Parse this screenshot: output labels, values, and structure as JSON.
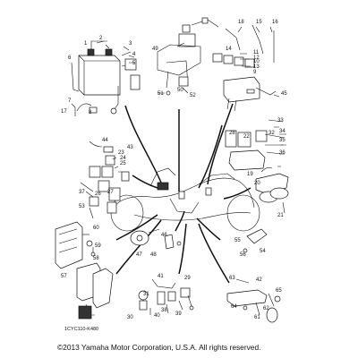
{
  "diagram": {
    "part_numbers": [
      "1",
      "2",
      "3",
      "4",
      "5",
      "6",
      "7",
      "8",
      "9",
      "10",
      "11",
      "12",
      "13",
      "14",
      "15",
      "16",
      "17",
      "18",
      "19",
      "20",
      "21",
      "22",
      "23",
      "24",
      "25",
      "26",
      "27",
      "28",
      "29",
      "30",
      "31",
      "32",
      "33",
      "34",
      "35",
      "36",
      "37",
      "38",
      "39",
      "40",
      "41",
      "42",
      "43",
      "44",
      "45",
      "46",
      "47",
      "48",
      "49",
      "50",
      "51",
      "52",
      "53",
      "54",
      "55",
      "56",
      "57",
      "58",
      "59",
      "60",
      "61",
      "62",
      "63",
      "64",
      "65"
    ],
    "diagram_code": "1CYC110-K480",
    "copyright": "©2013 Yamaha Motor Corporation, U.S.A. All rights reserved."
  }
}
